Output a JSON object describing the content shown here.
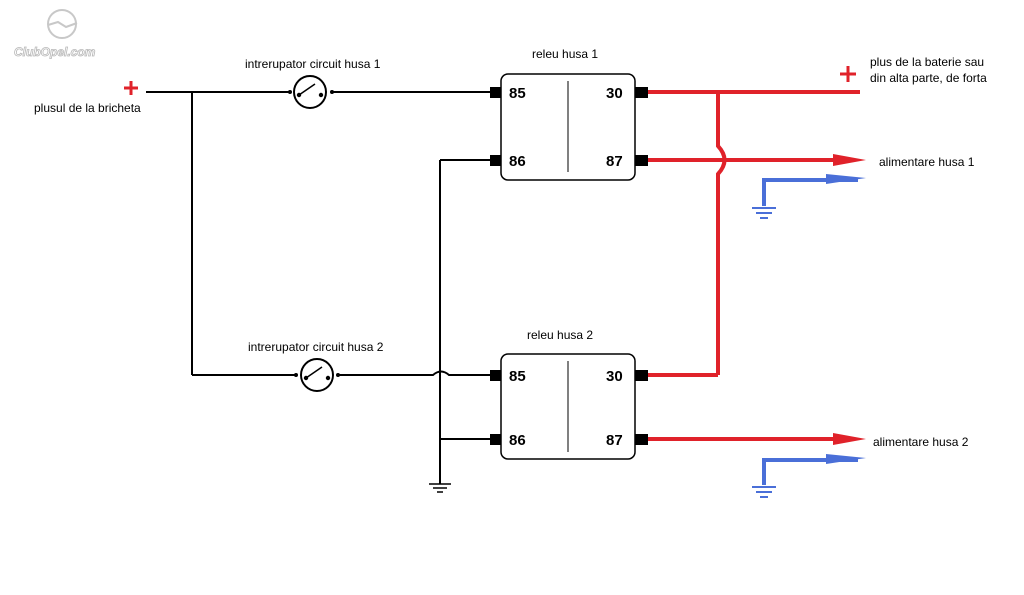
{
  "watermark": {
    "text": "ClubOpel.com",
    "icon": "opel-logo-icon"
  },
  "labels": {
    "source_left": "plusul de la bricheta",
    "source_right_line1": "plus de la baterie sau",
    "source_right_line2": "din alta parte, de forta",
    "switch1": "intrerupator circuit husa 1",
    "switch2": "intrerupator circuit husa 2",
    "relay1": "releu husa 1",
    "relay2": "releu husa 2",
    "output1": "alimentare husa 1",
    "output2": "alimentare husa 2"
  },
  "relay1_pins": {
    "p85": "85",
    "p86": "86",
    "p30": "30",
    "p87": "87"
  },
  "relay2_pins": {
    "p85": "85",
    "p86": "86",
    "p30": "30",
    "p87": "87"
  },
  "colors": {
    "low_current_wire": "#000000",
    "power_wire": "#e0222a",
    "ground_wire": "#4a6fd8",
    "plus_symbol": "#e0222a"
  }
}
